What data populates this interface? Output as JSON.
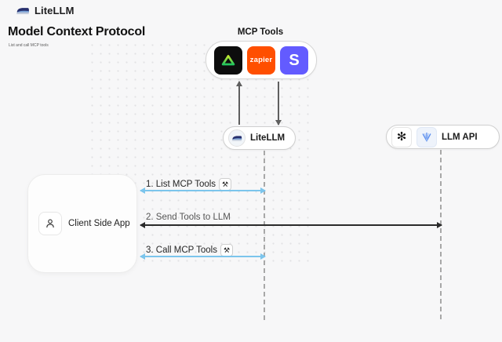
{
  "colors": {
    "arrow_blue": "#7cc5ec",
    "arrow_dark": "#2b2b2b",
    "zapier_orange": "#ff4f00",
    "stripe_purple": "#635bff"
  },
  "header": {
    "brand": "LiteLLM"
  },
  "hero": {
    "title": "Model Context Protocol",
    "subtitle": "List and call MCP tools"
  },
  "mcp_group": {
    "label": "MCP Tools",
    "zapier_label": "zapier",
    "stripe_label": "S"
  },
  "nodes": {
    "litellm": {
      "label": "LiteLLM"
    },
    "llm_api": {
      "label": "LLM API"
    },
    "client": {
      "label": "Client Side App"
    }
  },
  "sequence": {
    "tool_icon_glyph": "⚒",
    "openai_icon_glyph": "✻",
    "steps": [
      {
        "label": "1. List MCP Tools"
      },
      {
        "label": "2. Send Tools to LLM"
      },
      {
        "label": "3. Call MCP Tools"
      }
    ]
  }
}
